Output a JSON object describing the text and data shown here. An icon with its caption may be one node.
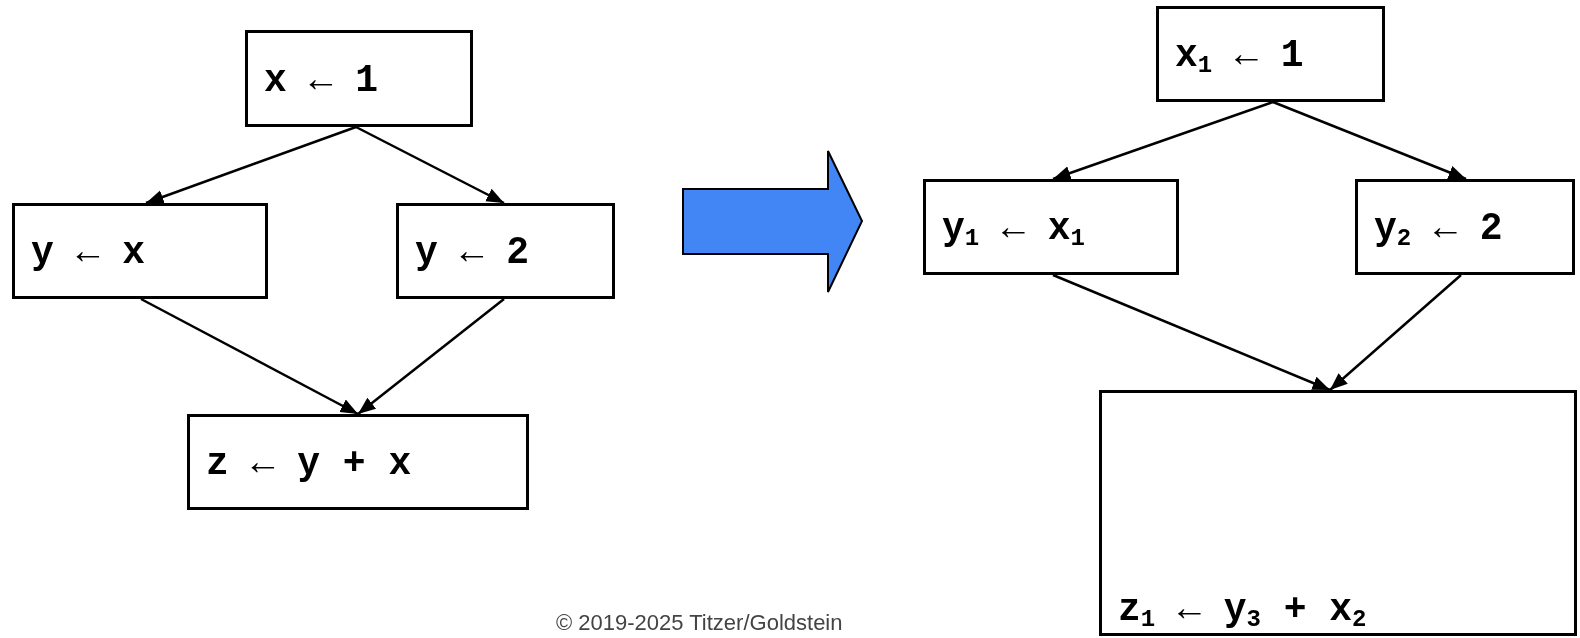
{
  "diagram": {
    "nodes": [
      {
        "text": [
          "x ← 1"
        ]
      },
      {
        "text": [
          "y ← x"
        ]
      },
      {
        "text": [
          "y ← 2"
        ]
      },
      {
        "text": [
          "z ← y + x"
        ]
      },
      {
        "text": [
          "x$_{1}$ ← 1"
        ]
      },
      {
        "text": [
          "y$_{1}$ ← x$_{1}$"
        ]
      },
      {
        "text": [
          "y$_{2}$ ← 2"
        ]
      },
      {
        "text": [
          "z$_{1}$ ← y$_{3}$ + x$_{2}$"
        ]
      }
    ],
    "edges": [
      {
        "from": 0,
        "to": 1,
        "arrow": "to"
      },
      {
        "from": 0,
        "to": 2,
        "arrow": "to"
      },
      {
        "from": 1,
        "to": 3,
        "arrow": "to"
      },
      {
        "from": 2,
        "to": 3,
        "arrow": "to"
      },
      {
        "from": 4,
        "to": 5,
        "arrow": "to"
      },
      {
        "from": 4,
        "to": 6,
        "arrow": "to"
      },
      {
        "from": 5,
        "to": 7,
        "arrow": "to"
      },
      {
        "from": 6,
        "to": 7,
        "arrow": "to"
      }
    ],
    "labels": [
      "© 2019-2025 Titzer/Goldstein"
    ]
  }
}
